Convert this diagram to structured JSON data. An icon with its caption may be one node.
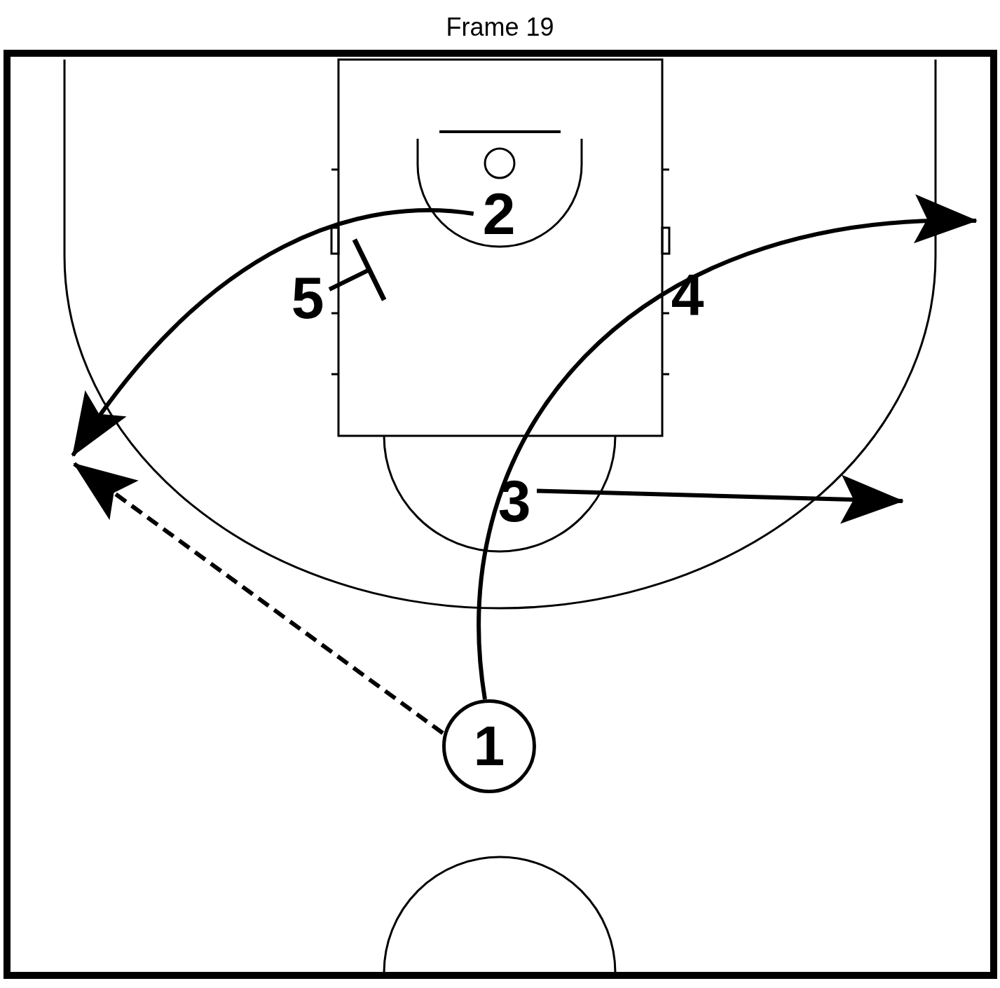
{
  "diagram": {
    "title": "Frame 19",
    "nodes": [
      {
        "text": [
          "2"
        ]
      },
      {
        "text": [
          "5"
        ]
      },
      {
        "text": [
          "4"
        ]
      },
      {
        "text": [
          "3"
        ]
      },
      {
        "text": [
          "1"
        ]
      }
    ],
    "edges": [
      {
        "from": 0,
        "to": null,
        "arrow": "to"
      },
      {
        "from": 1,
        "to": null,
        "arrow": "other"
      },
      {
        "from": 4,
        "to": null,
        "arrow": "to"
      },
      {
        "from": 3,
        "to": null,
        "arrow": "to"
      },
      {
        "from": 4,
        "to": null,
        "arrow": "to",
        "style": "dashed"
      }
    ]
  }
}
